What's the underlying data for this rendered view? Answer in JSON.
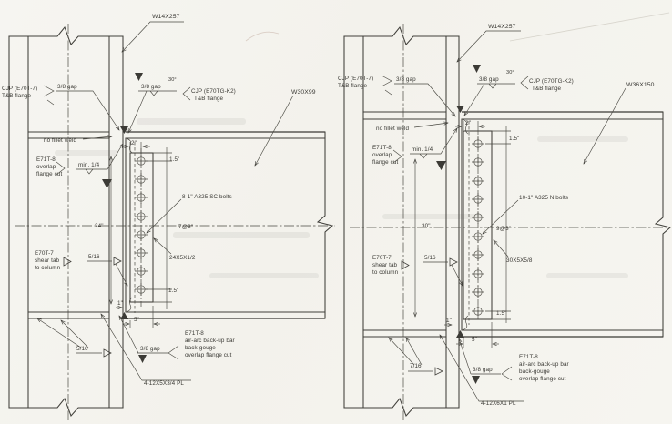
{
  "page": {
    "background": "#f5f4ef",
    "ink": "#403f3a"
  },
  "left": {
    "column": "W14X257",
    "cjp_left_1": "CJP (E70T-7)",
    "cjp_left_2": "T&B flange",
    "gap_top_left": "3/8 gap",
    "gap_top_right": "3/8 gap",
    "angle": "30°",
    "cjp_right_1": "CJP (E70TG-K2)",
    "cjp_right_2": "T&B flange",
    "beam": "W30X99",
    "no_fillet": "no fillet weld",
    "overlap_1": "E71T-8",
    "overlap_2": "overlap",
    "overlap_3": "flange cut",
    "min_weld": "min. 1/4",
    "dim_2": "2\"",
    "dim_15_top": "1.5\"",
    "bolts": "8-1\" A325 SC bolts",
    "plate": "24X5X1/2",
    "dim_length": "24\"",
    "dim_spacing": "7@3\"",
    "dim_15_bot": "1.5\"",
    "dim_1": "1\"",
    "dim_5": "5\"",
    "shear_1": "E70T-7",
    "shear_2": "shear tab",
    "shear_3": "to column",
    "weld_shear": "5/16",
    "weld_cont": "5/16",
    "gap_bot": "3/8 gap",
    "backup_1": "E71T-8",
    "backup_2": "air-arc back-up bar",
    "backup_3": "back-gouge",
    "backup_4": "overlap flange cut",
    "cont_plate": "4-12X5X3/4 PL"
  },
  "right": {
    "column": "W14X257",
    "cjp_left_1": "CJP (E70T-7)",
    "cjp_left_2": "T&B flange",
    "gap_top_left": "3/8 gap",
    "gap_top_right": "3/8 gap",
    "angle": "30°",
    "cjp_right_1": "CJP (E70TG-K2)",
    "cjp_right_2": "T&B flange",
    "beam": "W36X150",
    "no_fillet": "no fillet weld",
    "overlap_1": "E71T-8",
    "overlap_2": "overlap",
    "overlap_3": "flange cut",
    "min_weld": "min. 1/4",
    "dim_2": "2\"",
    "dim_15_top": "1.5\"",
    "bolts": "10-1\" A325 N bolts",
    "plate": "30X5X5/8",
    "dim_length": "30\"",
    "dim_spacing": "9@3\"",
    "dim_15_bot": "1.5\"",
    "dim_1": "1\"",
    "dim_5": "5\"",
    "shear_1": "E70T-7",
    "shear_2": "shear tab",
    "shear_3": "to column",
    "weld_shear": "5/16",
    "weld_cont": "7/16",
    "gap_bot": "3/8 gap",
    "backup_1": "E71T-8",
    "backup_2": "air-arc back-up bar",
    "backup_3": "back-gouge",
    "backup_4": "overlap flange cut",
    "cont_plate": "4-12X6X1 PL"
  }
}
